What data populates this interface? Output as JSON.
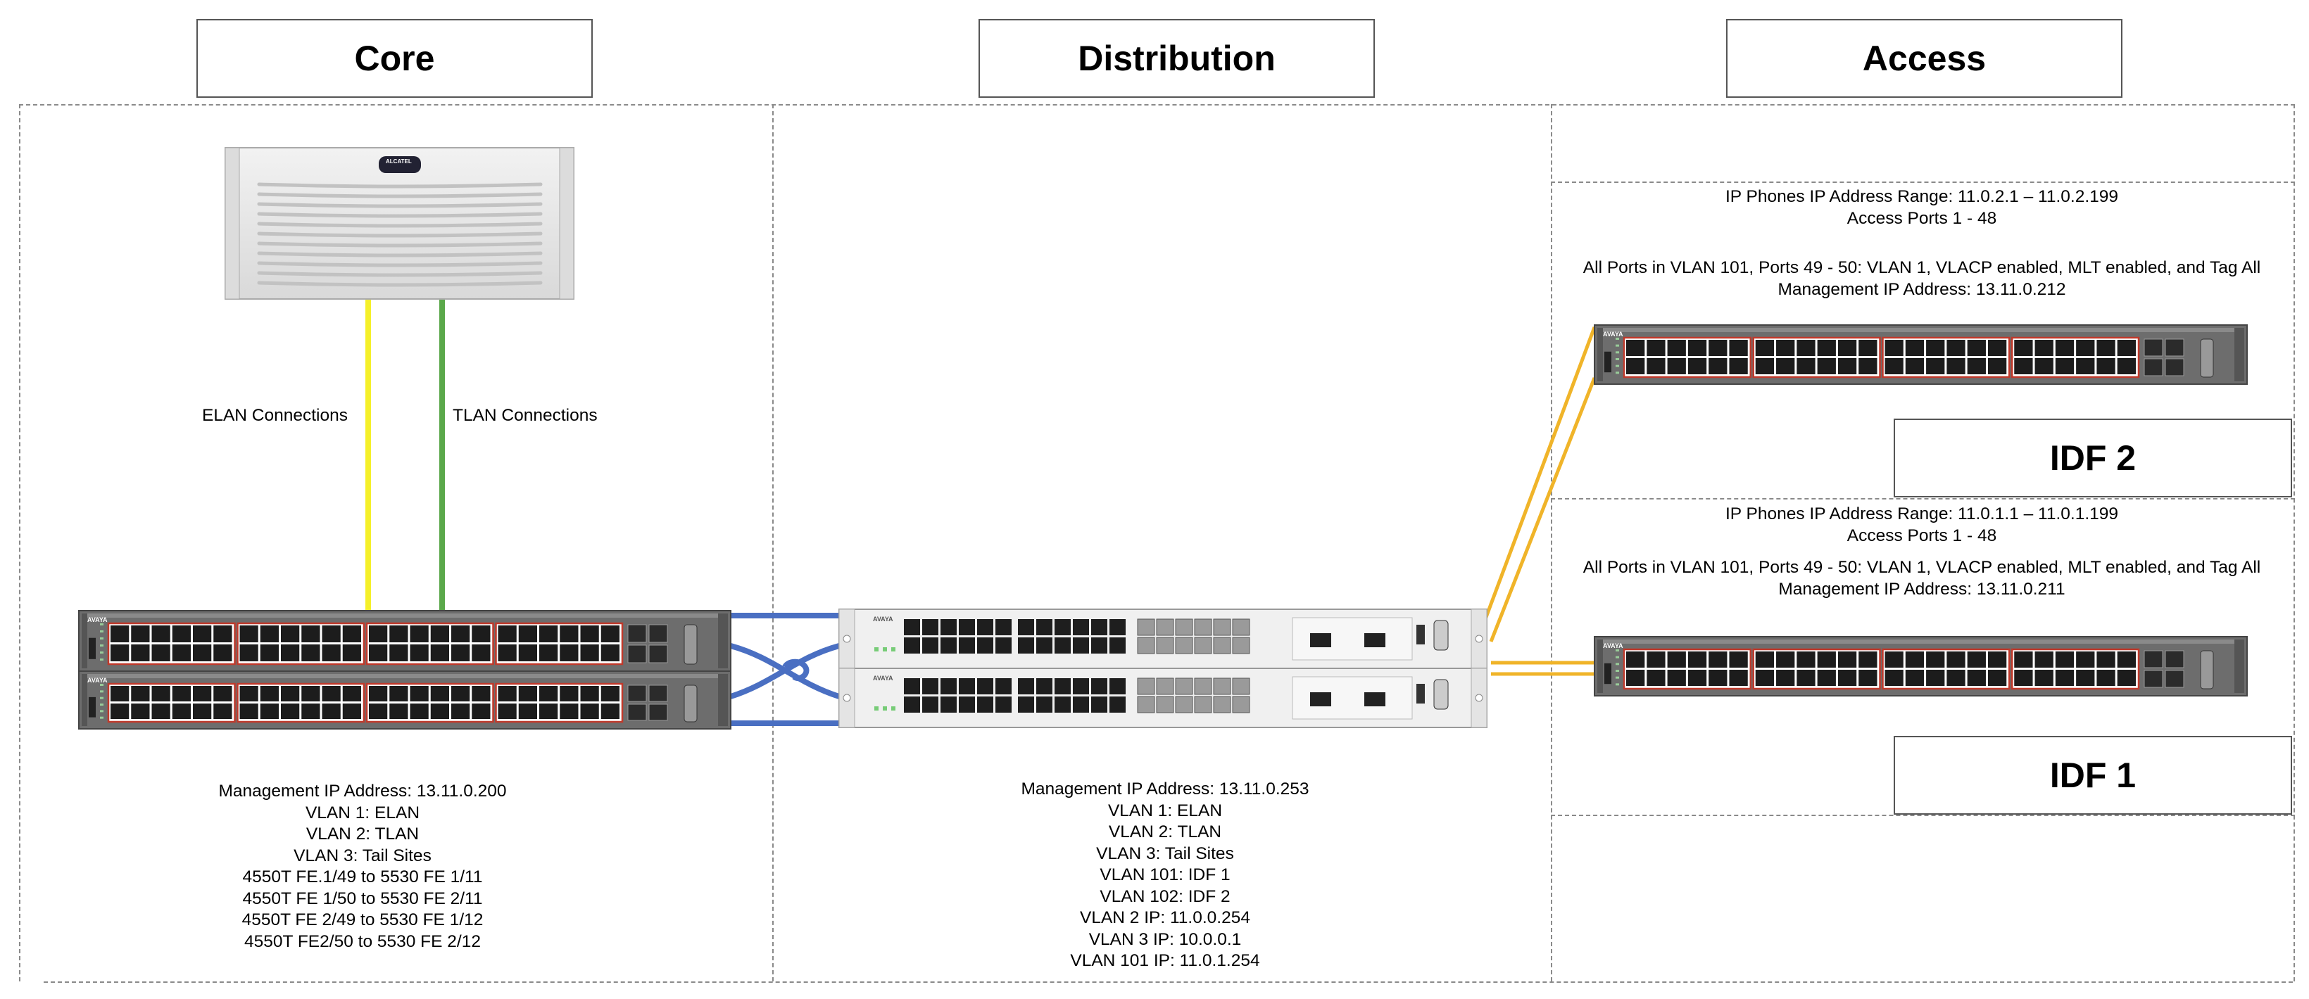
{
  "headers": {
    "core": "Core",
    "distribution": "Distribution",
    "access": "Access"
  },
  "core": {
    "elan_label": "ELAN Connections",
    "tlan_label": "TLAN Connections",
    "info": [
      "Management IP Address:  13.11.0.200",
      "VLAN 1:  ELAN",
      "VLAN 2:  TLAN",
      "VLAN 3:  Tail Sites",
      "4550T FE.1/49 to 5530 FE 1/11",
      "4550T FE 1/50 to 5530 FE 2/11",
      "4550T FE 2/49 to 5530 FE 1/12",
      "4550T FE2/50 to 5530 FE 2/12"
    ],
    "chassis_label": "ALCATEL"
  },
  "distribution": {
    "info": [
      "Management IP Address:  13.11.0.253",
      "VLAN 1:  ELAN",
      "VLAN 2:  TLAN",
      "VLAN 3:  Tail Sites",
      "VLAN 101:  IDF 1",
      "VLAN 102:  IDF 2",
      "VLAN 2 IP:  11.0.0.254",
      "VLAN 3 IP:  10.0.0.1",
      "VLAN 101 IP:  11.0.1.254"
    ]
  },
  "access": {
    "idf2": {
      "title": "IDF 2",
      "info_top": [
        "IP Phones IP Address Range:  11.0.2.1 – 11.0.2.199",
        "Access Ports 1 - 48"
      ],
      "info_bottom": [
        "All Ports in VLAN 101, Ports 49 - 50: VLAN 1, VLACP enabled, MLT enabled, and Tag All",
        "Management IP Address:  13.11.0.212"
      ]
    },
    "idf1": {
      "title": "IDF 1",
      "info_top": [
        "IP Phones IP Address Range:  11.0.1.1 – 11.0.1.199",
        "Access Ports 1 - 48"
      ],
      "info_bottom": [
        "All Ports in VLAN 101, Ports 49 - 50: VLAN 1, VLACP enabled, MLT enabled, and Tag All",
        "Management IP Address:  13.11.0.211"
      ]
    }
  },
  "switch_brand": "AVAYA",
  "colors": {
    "elan": "#f5f02a",
    "tlan": "#5aa84a",
    "core_dist_link": "#4a6fc2",
    "access_link": "#f0b429",
    "dash": "#8a8a8a"
  }
}
